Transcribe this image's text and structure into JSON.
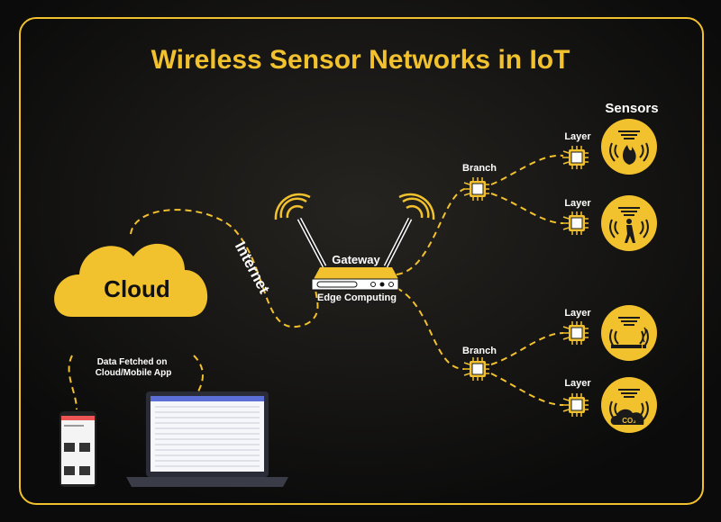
{
  "title": "Wireless Sensor Networks in IoT",
  "cloud": "Cloud",
  "internet": "Internet",
  "gateway": "Gateway",
  "edge": "Edge Computing",
  "data_fetched": [
    "Data Fetched on",
    "Cloud/Mobile App"
  ],
  "branch": "Branch",
  "layer": "Layer",
  "sensors_title": "Sensors",
  "sensors": [
    {
      "icon": "fire-sensor-icon"
    },
    {
      "icon": "motion-sensor-icon"
    },
    {
      "icon": "smoke-sensor-icon"
    },
    {
      "icon": "co2-sensor-icon",
      "label": "CO₂"
    }
  ],
  "colors": {
    "accent": "#f2c12e",
    "background": "#0b0b0b",
    "text": "#ffffff"
  }
}
